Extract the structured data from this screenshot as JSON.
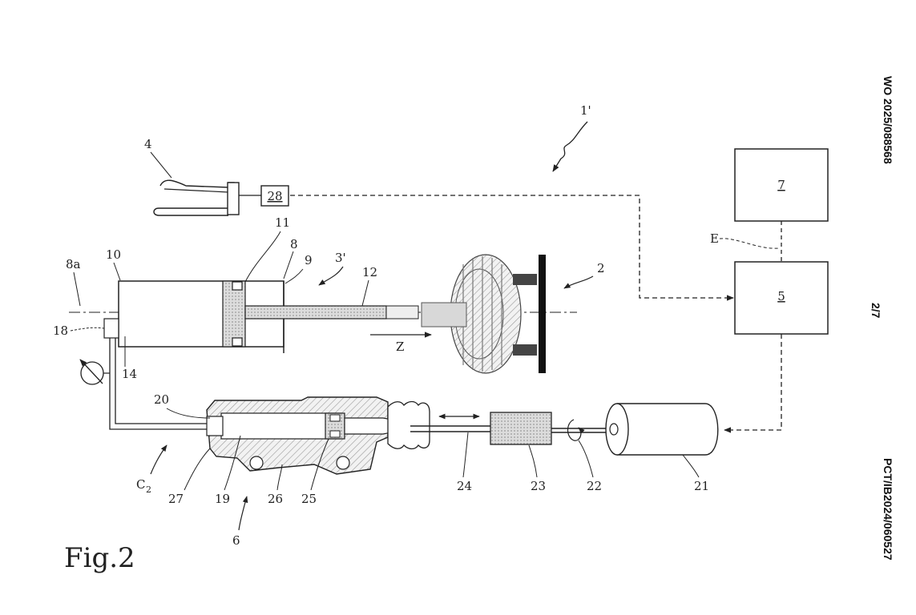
{
  "header": {
    "publication_number": "WO 2025/088568",
    "application_number": "PCT/IB2024/060527",
    "sheet": "2/7"
  },
  "figure": {
    "caption": "Fig.2",
    "labels": {
      "l_1p": "1'",
      "l_2": "2",
      "l_3p": "3'",
      "l_4": "4",
      "l_5": "5",
      "l_6": "6",
      "l_7": "7",
      "l_8": "8",
      "l_8a": "8a",
      "l_9": "9",
      "l_10": "10",
      "l_11": "11",
      "l_12": "12",
      "l_14": "14",
      "l_18": "18",
      "l_19": "19",
      "l_20": "20",
      "l_21": "21",
      "l_22": "22",
      "l_23": "23",
      "l_24": "24",
      "l_25": "25",
      "l_26": "26",
      "l_27": "27",
      "l_28": "28",
      "l_E": "E",
      "l_Z": "Z",
      "l_C2": "C",
      "l_C2_sub": "2"
    }
  }
}
